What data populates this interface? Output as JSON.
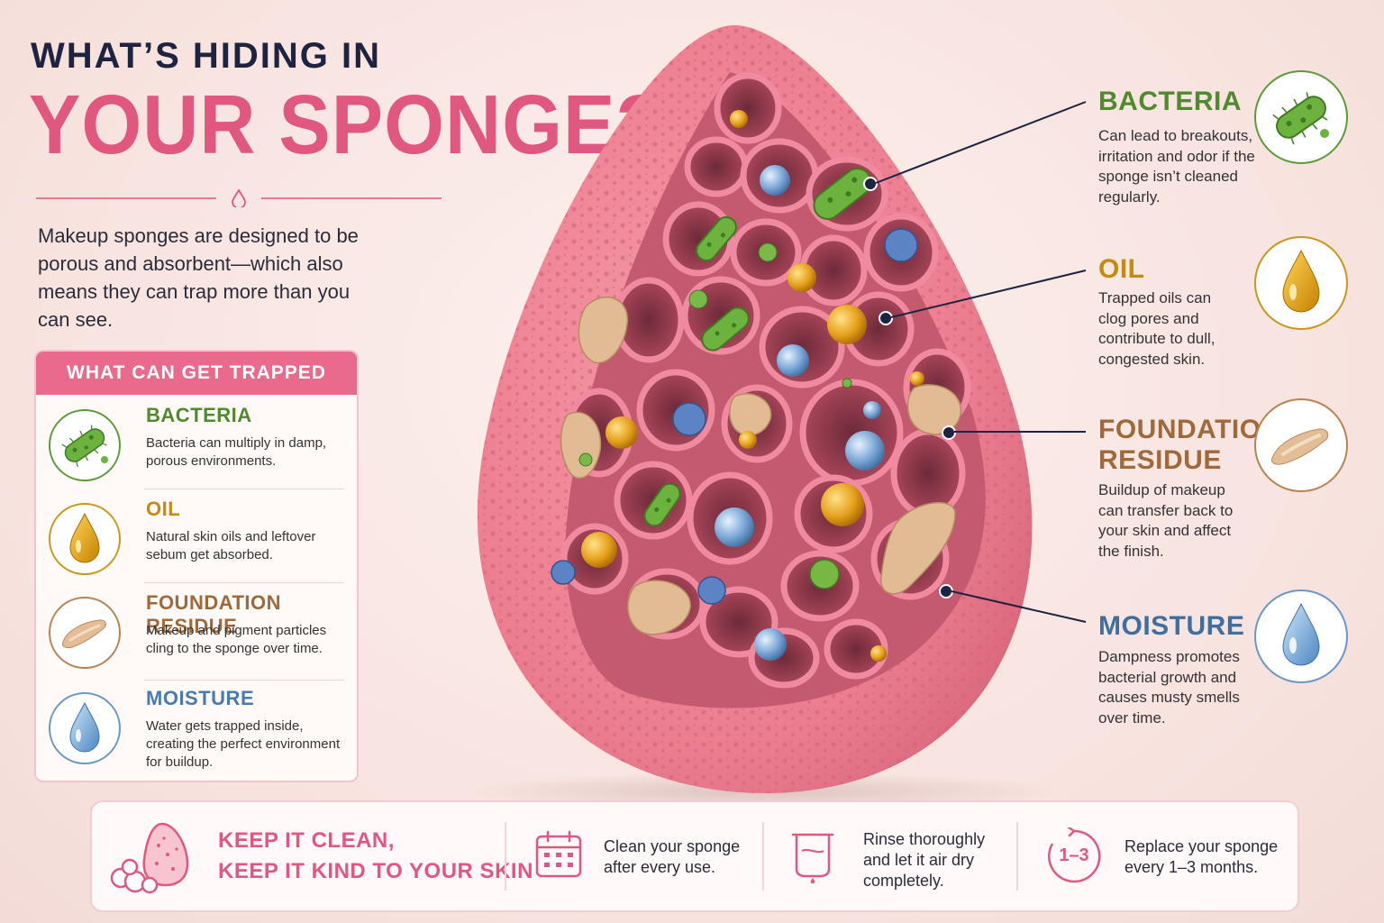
{
  "header": {
    "title_line1": "WHAT’S HIDING IN",
    "title_line2": "YOUR SPONGE?",
    "intro": "Makeup sponges are designed to be porous and absorbent—which also means they can trap more than you can see."
  },
  "trapped_panel": {
    "heading": "WHAT CAN GET TRAPPED",
    "items": [
      {
        "name": "BACTERIA",
        "desc": "Bacteria can multiply in damp, porous environments.",
        "icon": "bacteria-icon",
        "color": "#4f8a2e"
      },
      {
        "name": "OIL",
        "desc": "Natural skin oils and leftover sebum get absorbed.",
        "icon": "oil-drop-icon",
        "color": "#c48a12"
      },
      {
        "name": "FOUNDATION RESIDUE",
        "desc": "Makeup and pigment particles cling to the sponge over time.",
        "icon": "foundation-swatch-icon",
        "color": "#a0693a"
      },
      {
        "name": "MOISTURE",
        "desc": "Water gets trapped inside, creating the perfect environment for buildup.",
        "icon": "water-drop-icon",
        "color": "#4a7bb0"
      }
    ]
  },
  "callouts": [
    {
      "name": "BACTERIA",
      "desc": "Can lead to breakouts, irritation and odor if the sponge isn’t cleaned regularly.",
      "icon": "bacteria-icon",
      "color": "#4f8a2e"
    },
    {
      "name": "OIL",
      "desc": "Trapped oils can clog pores and contribute to dull, congested skin.",
      "icon": "oil-drop-icon",
      "color": "#c48a12"
    },
    {
      "name_line1": "FOUNDATION",
      "name_line2": "RESIDUE",
      "desc": "Buildup of makeup can transfer back to your skin and affect the finish.",
      "icon": "foundation-swatch-icon",
      "color": "#a0693a"
    },
    {
      "name": "MOISTURE",
      "desc": "Dampness promotes bacterial growth and causes musty smells over time.",
      "icon": "water-drop-icon",
      "color": "#3f6f9f"
    }
  ],
  "bottom": {
    "title_line1": "KEEP IT CLEAN,",
    "title_line2": "KEEP IT KIND TO YOUR SKIN",
    "tips": [
      {
        "icon": "calendar-icon",
        "text": "Clean your sponge after every use."
      },
      {
        "icon": "rinse-icon",
        "text": "Rinse thoroughly and let it air dry completely."
      },
      {
        "icon": "replace-cycle-icon",
        "badge": "1–3",
        "text": "Replace your sponge every 1–3 months."
      }
    ]
  },
  "colors": {
    "accent_pink": "#e0577f",
    "navy": "#1d2340",
    "sponge_pink": "#ee7b8f"
  }
}
